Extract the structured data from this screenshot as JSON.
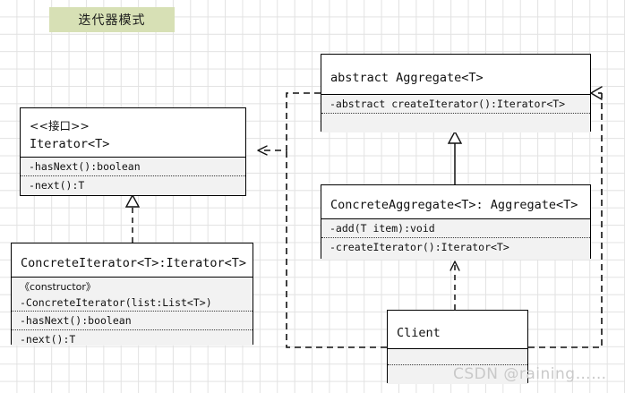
{
  "diagram": {
    "title": "迭代器模式",
    "watermark": "CSDN @raining……",
    "colors": {
      "banner_bg": "#d7e0b5",
      "box_border": "#000000",
      "box_header_bg": "#ffffff",
      "box_body_bg": "#f2f2f2",
      "grid_line": "#e2e2e2",
      "watermark": "#c9c9c9"
    }
  },
  "boxes": {
    "iterator": {
      "stereotype": "<<接口>>",
      "name": "Iterator<T>",
      "members": [
        "-hasNext():boolean",
        "-next():T"
      ]
    },
    "concrete_iterator": {
      "name": "ConcreteIterator<T>:Iterator<T>",
      "constructor_stereotype": "《constructor》",
      "constructor": "-ConcreteIterator(list:List<T>)",
      "members": [
        "-hasNext():boolean",
        "-next():T"
      ]
    },
    "aggregate": {
      "name": "abstract Aggregate<T>",
      "members": [
        "-abstract createIterator():Iterator<T>"
      ]
    },
    "concrete_aggregate": {
      "name": "ConcreteAggregate<T>: Aggregate<T>",
      "members": [
        "-add(T item):void",
        "-createIterator():Iterator<T>"
      ]
    },
    "client": {
      "name": "Client",
      "members": []
    }
  },
  "edges": [
    {
      "name": "realization-concreteiterator-to-iterator",
      "kind": "realization",
      "from": "concrete_iterator",
      "to": "iterator"
    },
    {
      "name": "generalization-concreteaggregate-to-aggregate",
      "kind": "generalization",
      "from": "concrete_aggregate",
      "to": "aggregate"
    },
    {
      "name": "dependency-client-to-concreteaggregate",
      "kind": "dependency",
      "from": "client",
      "to": "concrete_aggregate"
    },
    {
      "name": "dependency-aggregate-to-iterator",
      "kind": "dependency",
      "from": "aggregate",
      "to": "iterator"
    },
    {
      "name": "dependency-client-to-aggregate",
      "kind": "dependency",
      "from": "client",
      "to": "aggregate"
    }
  ]
}
